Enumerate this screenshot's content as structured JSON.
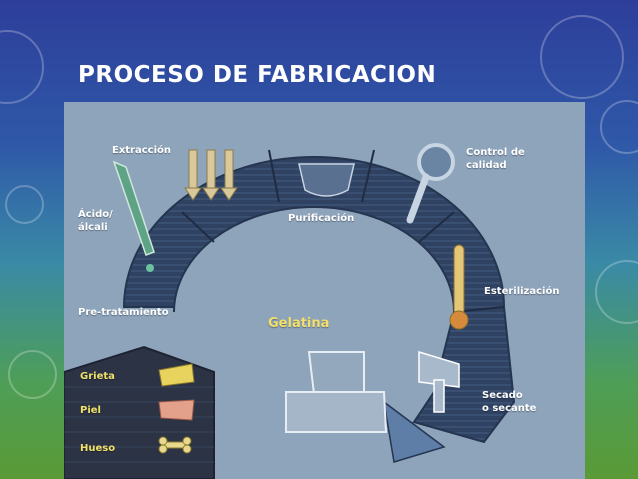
{
  "slide": {
    "title": "PROCESO DE FABRICACION"
  },
  "diagram": {
    "center_label": "Gelatina",
    "steps": [
      {
        "label": "Extracción",
        "icon": "extraction-arrows-icon"
      },
      {
        "label": "Purificación",
        "icon": "filter-bowl-icon"
      },
      {
        "label": "Control de\ncalidad",
        "icon": "magnifier-icon"
      },
      {
        "label": "Esterilización",
        "icon": "thermometer-icon"
      },
      {
        "label": "Secado\no secante",
        "icon": "hair-dryer-icon"
      }
    ],
    "left_steps": [
      {
        "label": "Ácido/\nálcali",
        "icon": "pipette-icon"
      },
      {
        "label": "Pre-tratamiento"
      }
    ],
    "raw_materials": [
      {
        "label": "Grieta",
        "icon": "cracklings-icon"
      },
      {
        "label": "Piel",
        "icon": "skin-icon"
      },
      {
        "label": "Hueso",
        "icon": "bone-icon"
      }
    ],
    "colors": {
      "panel": "#8ea4bb",
      "arch": "#2c3d5c",
      "label": "#ffffff",
      "highlight": "#f1e06a"
    }
  }
}
